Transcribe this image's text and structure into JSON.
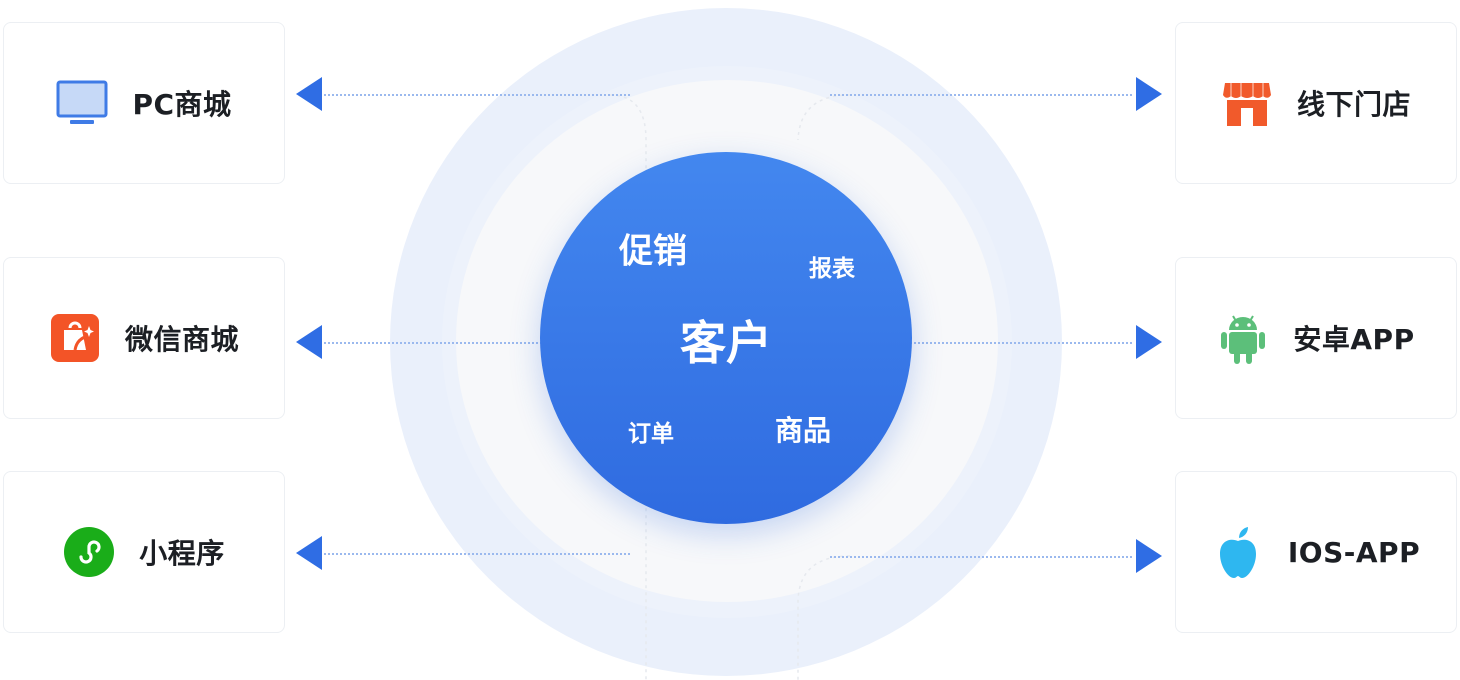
{
  "center": {
    "title": "客户",
    "tags": [
      "促销",
      "报表",
      "订单",
      "商品"
    ]
  },
  "channels": {
    "left": [
      {
        "label": "PC商城",
        "icon": "monitor-icon"
      },
      {
        "label": "微信商城",
        "icon": "shopping-bag-icon"
      },
      {
        "label": "小程序",
        "icon": "mini-program-icon"
      }
    ],
    "right": [
      {
        "label": "线下门店",
        "icon": "store-icon"
      },
      {
        "label": "安卓APP",
        "icon": "android-icon"
      },
      {
        "label": "IOS-APP",
        "icon": "apple-icon"
      }
    ]
  },
  "colors": {
    "primary": "#2f6de4",
    "store": "#f15a2b",
    "wechat_shop": "#f35427",
    "mini_program": "#1aad19",
    "android": "#5cbf7a",
    "apple": "#2eb7f0"
  }
}
